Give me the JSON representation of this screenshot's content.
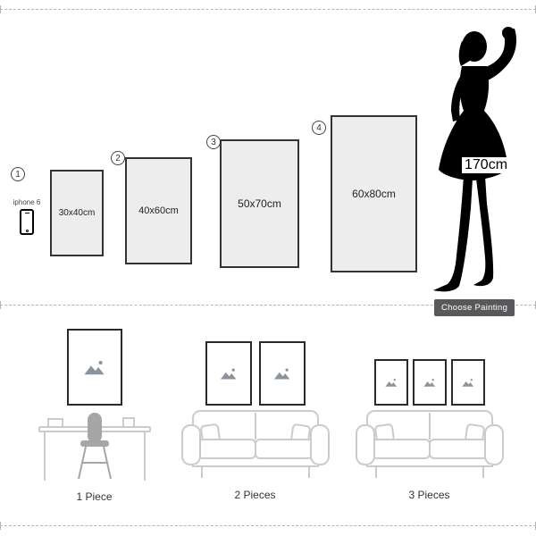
{
  "colors": {
    "background": "#ffffff",
    "frame_fill": "#ededed",
    "frame_border": "#333333",
    "silhouette": "#000000",
    "button_bg": "#58595b",
    "button_text": "#ffffff",
    "line_art": "#cbcbcb",
    "placeholder_icon": "#8b949c",
    "dashed_line": "#b5b5b5"
  },
  "size_guide": {
    "options": [
      {
        "number": "1",
        "size": "30x40cm"
      },
      {
        "number": "2",
        "size": "40x60cm"
      },
      {
        "number": "3",
        "size": "50x70cm"
      },
      {
        "number": "4",
        "size": "60x80cm"
      }
    ],
    "phone_label": "iphone 6",
    "model_height": "170cm",
    "button_label": "Choose Painting"
  },
  "room_scenes": [
    {
      "label": "1 Piece",
      "frame_count": 1,
      "furniture": "desk"
    },
    {
      "label": "2 Pieces",
      "frame_count": 2,
      "furniture": "sofa"
    },
    {
      "label": "3 Pieces",
      "frame_count": 3,
      "furniture": "sofa"
    }
  ]
}
